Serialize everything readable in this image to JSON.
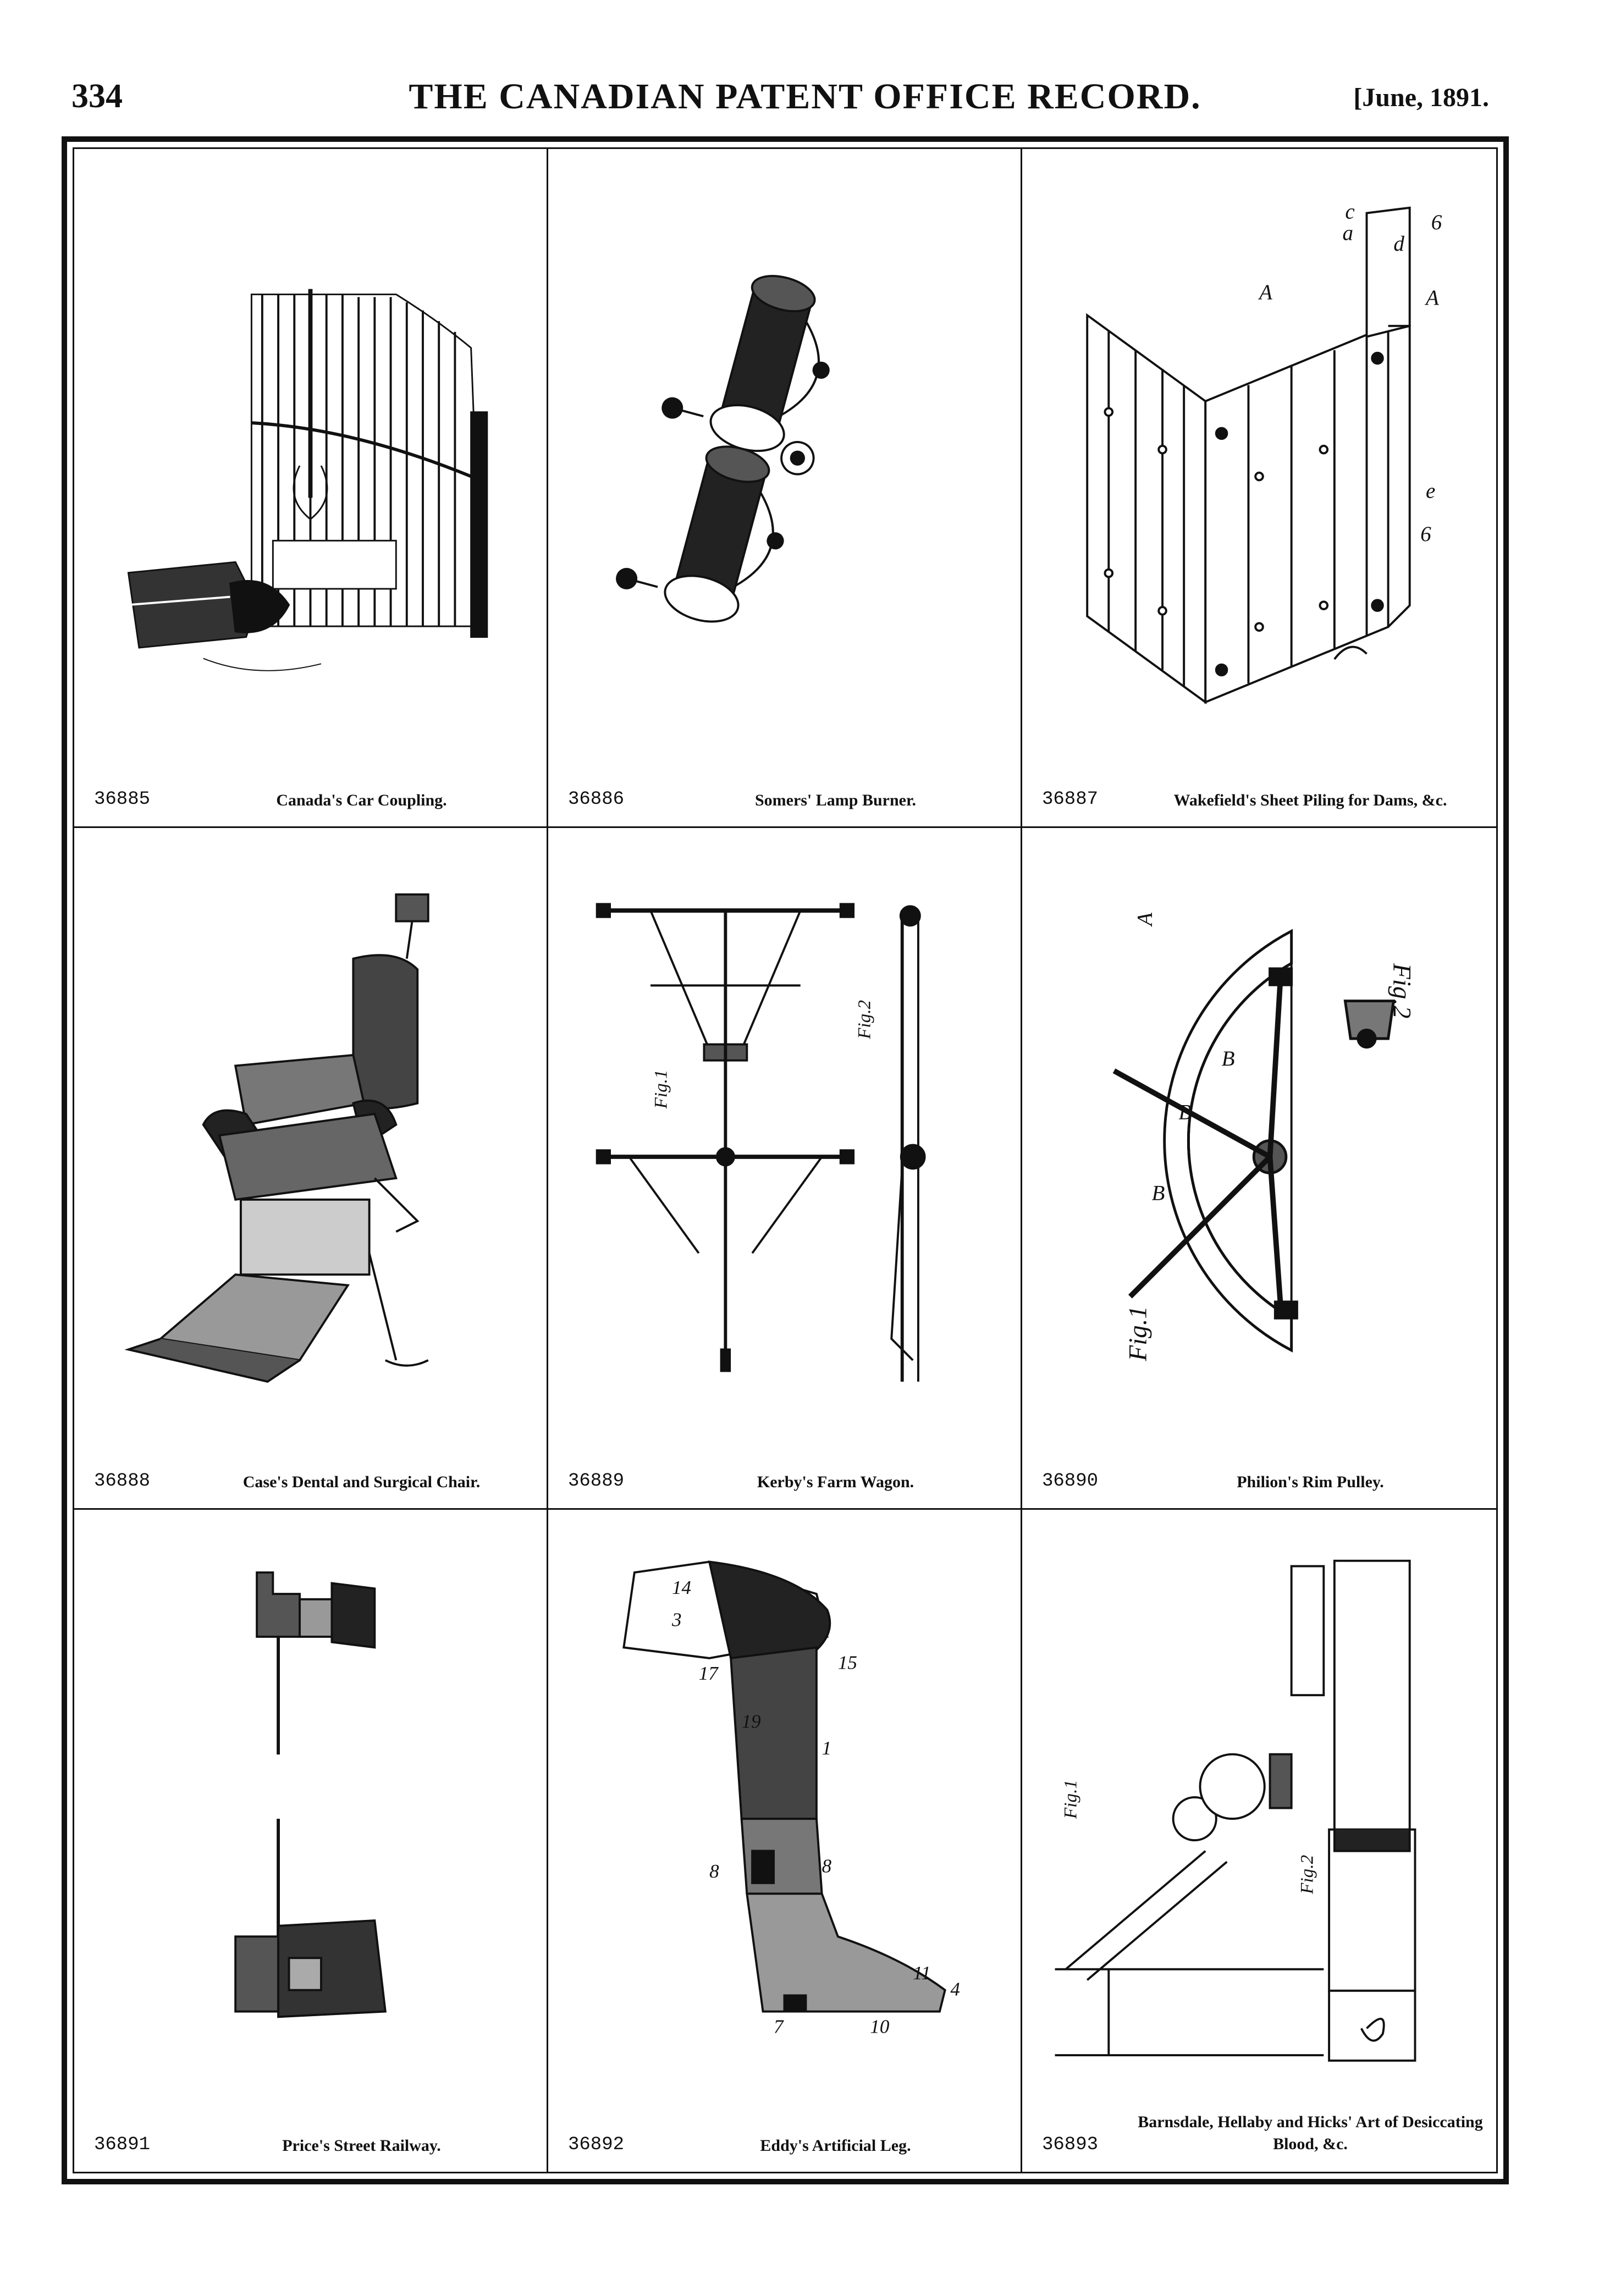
{
  "header": {
    "page_number": "334",
    "journal_title": "THE CANADIAN PATENT OFFICE RECORD.",
    "issue_date": "[June, 1891."
  },
  "patents": [
    {
      "number": "36885",
      "title": "Canada's Car Coupling."
    },
    {
      "number": "36886",
      "title": "Somers' Lamp Burner."
    },
    {
      "number": "36887",
      "title": "Wakefield's Sheet Piling for Dams, &c."
    },
    {
      "number": "36888",
      "title": "Case's Dental and Surgical Chair."
    },
    {
      "number": "36889",
      "title": "Kerby's Farm Wagon."
    },
    {
      "number": "36890",
      "title": "Philion's Rim Pulley."
    },
    {
      "number": "36891",
      "title": "Price's Street Railway."
    },
    {
      "number": "36892",
      "title": "Eddy's Artificial Leg."
    },
    {
      "number": "36893",
      "title": "Barnsdale, Hellaby and Hicks' Art of Desiccating Blood, &c."
    }
  ],
  "figure_labels": {
    "wakefield": [
      "c",
      "a",
      "d",
      "6",
      "A",
      "A",
      "e",
      "6"
    ],
    "wagon": [
      "Fig.1",
      "Fig.2"
    ],
    "pulley": [
      "A",
      "B",
      "B",
      "B",
      "Fig.2",
      "Fig.1"
    ],
    "leg": [
      "14",
      "3",
      "15",
      "17",
      "19",
      "1",
      "8",
      "8",
      "7",
      "10",
      "11",
      "4"
    ],
    "blood": [
      "Fig.1",
      "Fig.2"
    ]
  }
}
